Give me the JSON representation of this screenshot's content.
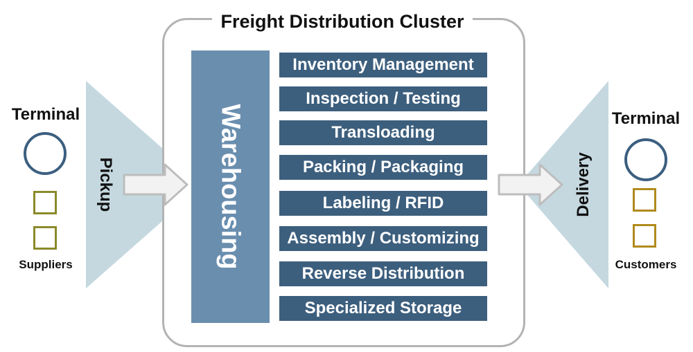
{
  "cluster": {
    "title": "Freight Distribution Cluster"
  },
  "core": {
    "label": "Warehousing"
  },
  "services": [
    "Inventory Management",
    "Inspection / Testing",
    "Transloading",
    "Packing / Packaging",
    "Labeling / RFID",
    "Assembly / Customizing",
    "Reverse Distribution",
    "Specialized Storage"
  ],
  "left": {
    "terminal": "Terminal",
    "flow": "Pickup",
    "group": "Suppliers",
    "square_color": "#8a8a2a"
  },
  "right": {
    "terminal": "Terminal",
    "flow": "Delivery",
    "group": "Customers",
    "square_color": "#b08a1a"
  },
  "colors": {
    "warehousing": "#6a8eae",
    "service": "#3d5f7e",
    "triangle": "#c5d8e0",
    "terminal_circle": "#3c5f80",
    "cluster_border": "#b3b3b3"
  }
}
